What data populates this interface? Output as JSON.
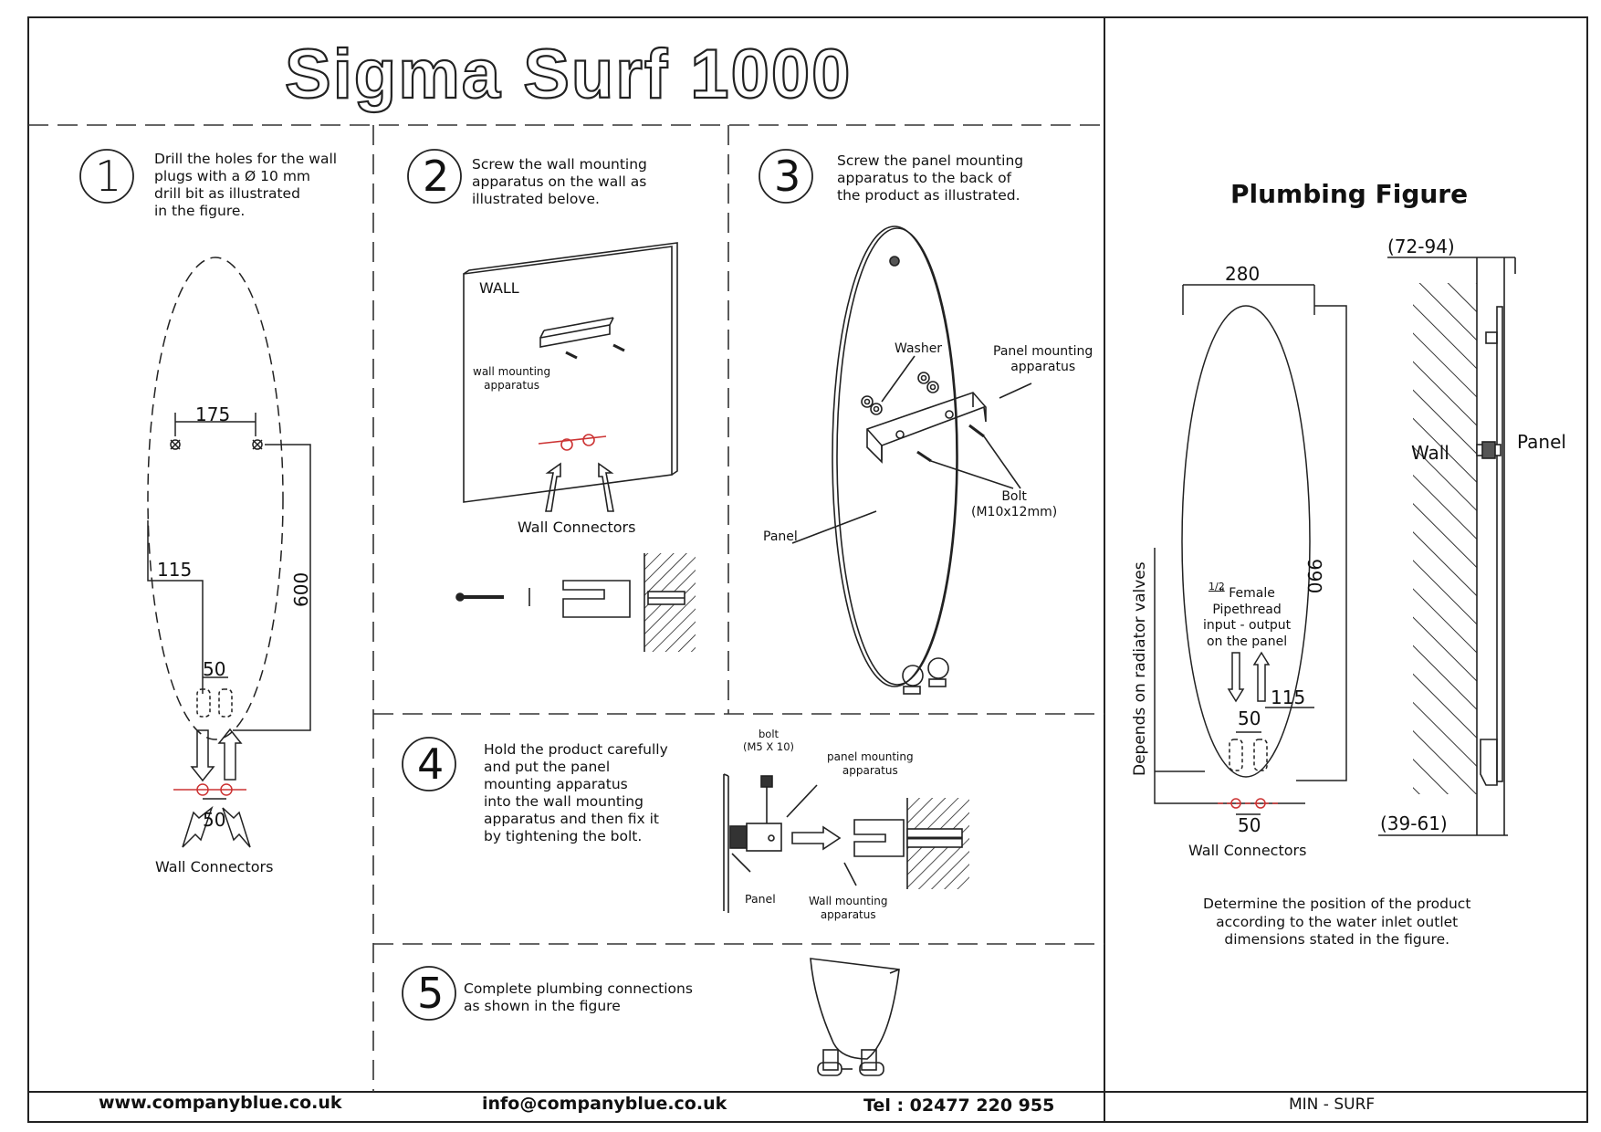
{
  "title": "Sigma Surf 1000",
  "steps": [
    {
      "num": "1",
      "text": "Drill the holes for the wall\nplugs with a Ø 10 mm\ndrill bit as illustrated\nin the figure."
    },
    {
      "num": "2",
      "text": "Screw the wall mounting\napparatus on the wall as\nillustrated belove."
    },
    {
      "num": "3",
      "text": "Screw the panel mounting\napparatus to the back of\nthe product as illustrated."
    },
    {
      "num": "4",
      "text": "Hold the product carefully\nand put the panel\nmounting apparatus\ninto the wall mounting\napparatus and then fix it\nby tightening the bolt."
    },
    {
      "num": "5",
      "text": "Complete plumbing connections\nas shown in the figure"
    }
  ],
  "step1": {
    "dim_175": "175",
    "dim_115": "115",
    "dim_600": "600",
    "dim_50_top": "50",
    "dim_50_bottom": "50",
    "wall_connectors": "Wall Connectors"
  },
  "step2": {
    "wall": "WALL",
    "wall_mounting": "wall mounting\napparatus",
    "wall_connectors": "Wall Connectors"
  },
  "step3": {
    "washer": "Washer",
    "panel_mounting": "Panel mounting\napparatus",
    "bolt": "Bolt\n(M10x12mm)",
    "panel": "Panel"
  },
  "step4": {
    "bolt": "bolt\n(M5 X 10)",
    "panel_mounting": "panel mounting\napparatus",
    "panel": "Panel",
    "wall_mounting": "Wall mounting\napparatus"
  },
  "plumbing": {
    "title": "Plumbing Figure",
    "dim_280": "280",
    "dim_990": "990",
    "dim_115": "115",
    "dim_50_top": "50",
    "dim_50_bottom": "50",
    "depends": "Depends on radiator valves",
    "female_half": "1/2",
    "female": "\" Female\nPipethread\ninput - output\non the panel",
    "wall_connectors": "Wall Connectors",
    "dim_72_94": "(72-94)",
    "dim_39_61": "(39-61)",
    "wall": "Wall",
    "panel": "Panel",
    "note": "Determine the position of the product\naccording to the water inlet outlet\ndimensions stated in the figure."
  },
  "footer": {
    "website": "www.companyblue.co.uk",
    "email": "info@companyblue.co.uk",
    "phone": "Tel : 02477 220 955",
    "code": "MIN - SURF"
  }
}
